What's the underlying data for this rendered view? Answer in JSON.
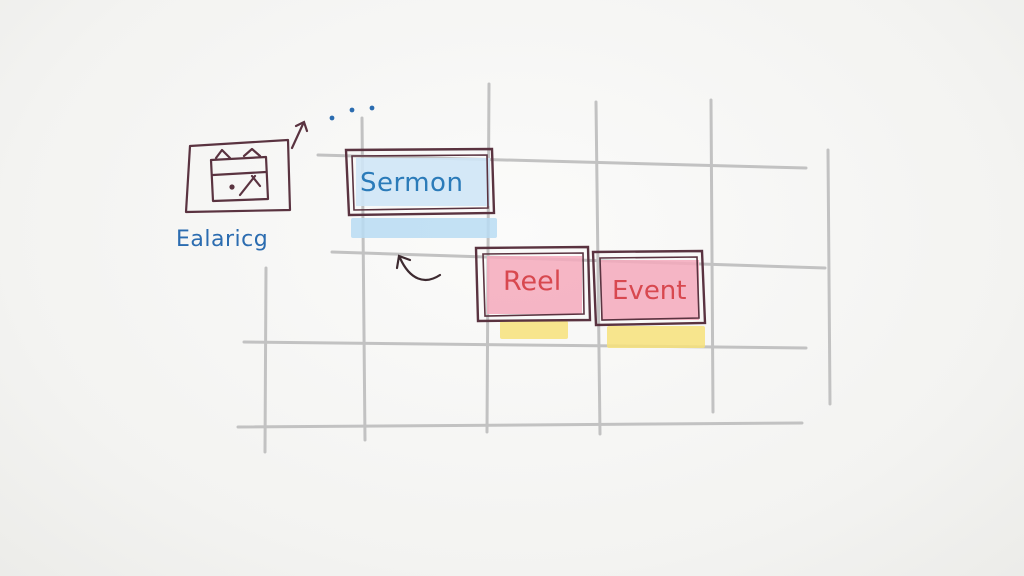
{
  "board": {
    "items": [
      {
        "label": "Sermon",
        "color": "#2b7bb9",
        "highlight": "#a8d3f0"
      },
      {
        "label": "Reel",
        "color": "#d8484f",
        "highlight": "#f4a9bc"
      },
      {
        "label": "Event",
        "color": "#d8484f",
        "highlight": "#f4a9bc"
      }
    ]
  },
  "source_icon": {
    "caption": "Ealaricg",
    "icon": "calendar-import-icon"
  },
  "colors": {
    "grid": "#bdbdbd",
    "outline": "#5a3340",
    "underline_yellow": "#f7e27a",
    "underline_blue": "#b9dcf3"
  }
}
